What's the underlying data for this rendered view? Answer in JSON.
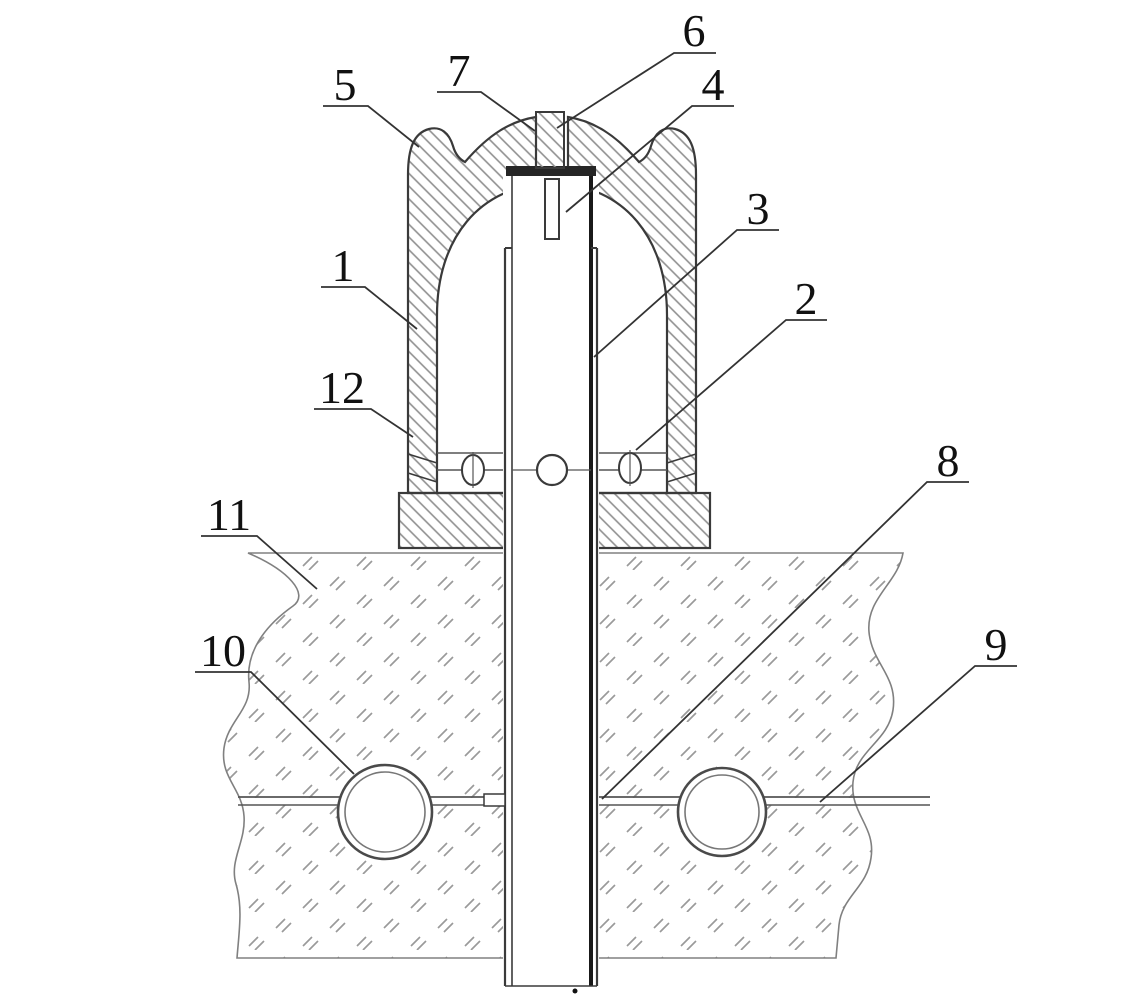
{
  "figure": {
    "colors": {
      "background": "#ffffff",
      "line": "#3a3a3a",
      "hatch": "#8f8f8f",
      "soil_mark": "#9a9a9a",
      "label_text": "#111111"
    },
    "labels": [
      {
        "id": "1",
        "text": "1"
      },
      {
        "id": "2",
        "text": "2"
      },
      {
        "id": "3",
        "text": "3"
      },
      {
        "id": "4",
        "text": "4"
      },
      {
        "id": "5",
        "text": "5"
      },
      {
        "id": "6",
        "text": "6"
      },
      {
        "id": "7",
        "text": "7"
      },
      {
        "id": "8",
        "text": "8"
      },
      {
        "id": "9",
        "text": "9"
      },
      {
        "id": "10",
        "text": "10"
      },
      {
        "id": "11",
        "text": "11"
      },
      {
        "id": "12",
        "text": "12"
      }
    ]
  }
}
